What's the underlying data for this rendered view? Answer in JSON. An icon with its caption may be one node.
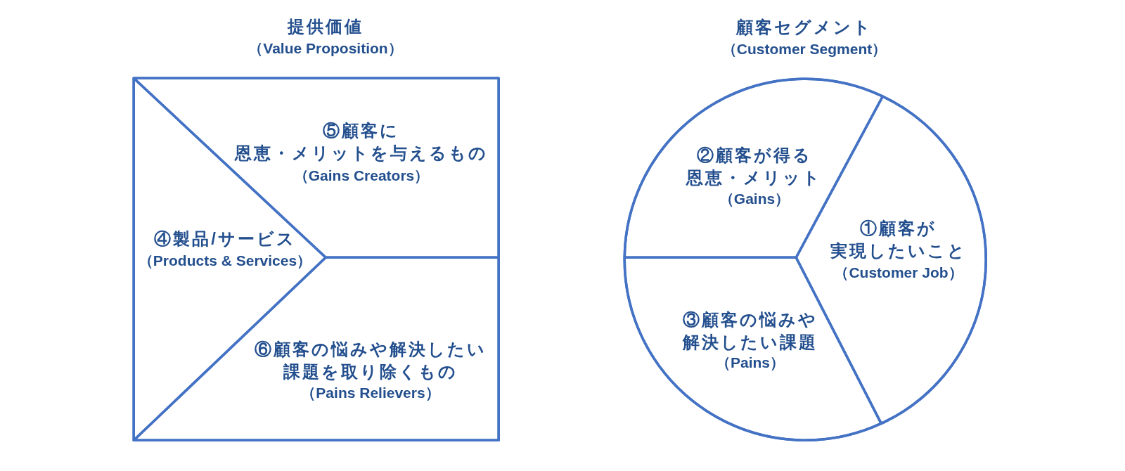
{
  "diagram": {
    "nodes": [
      {
        "text": [
          "提供価値",
          "（Value Proposition）"
        ]
      },
      {
        "text": [
          "⑤顧客に恩恵・メリットを与えるもの",
          "（Gains Creators）"
        ],
        "in": 0
      },
      {
        "text": [
          "④製品/サービス",
          "（Products & Services）"
        ],
        "in": 0
      },
      {
        "text": [
          "⑥顧客の悩みや解決したい課題を取り除くもの",
          "（Pains Relievers）"
        ],
        "in": 0
      },
      {
        "text": [
          "顧客セグメント",
          "（Customer Segment）"
        ]
      },
      {
        "text": [
          "②顧客が得る恩恵・メリット",
          "（Gains）"
        ],
        "in": 4
      },
      {
        "text": [
          "①顧客が実現したいこと",
          "（Customer Job）"
        ],
        "in": 4
      },
      {
        "text": [
          "③顧客の悩みや解決したい課題",
          "（Pains）"
        ],
        "in": 4
      }
    ]
  }
}
